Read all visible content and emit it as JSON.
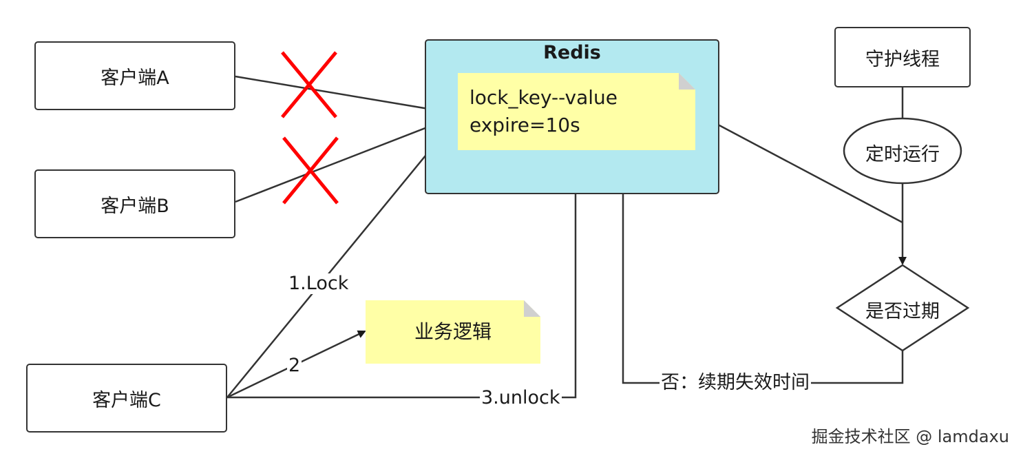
{
  "clients": {
    "a": "客户端A",
    "b": "客户端B",
    "c": "客户端C"
  },
  "redis": {
    "title": "Redis",
    "note_line1": "lock_key--value",
    "note_line2": "expire=10s"
  },
  "business_note": "业务逻辑",
  "flowchart": {
    "daemon": "守护线程",
    "timer": "定时运行",
    "decision": "是否过期",
    "renew_label": "否：续期失效时间"
  },
  "edges": {
    "lock": "1.Lock",
    "step2": "2",
    "unlock": "3.unlock"
  },
  "watermark": "掘金技术社区 @ lamdaxu",
  "colors": {
    "redis_fill": "#b3e9f0",
    "note_fill": "#ffffa6",
    "cross": "#ff0000",
    "stroke": "#333333"
  }
}
